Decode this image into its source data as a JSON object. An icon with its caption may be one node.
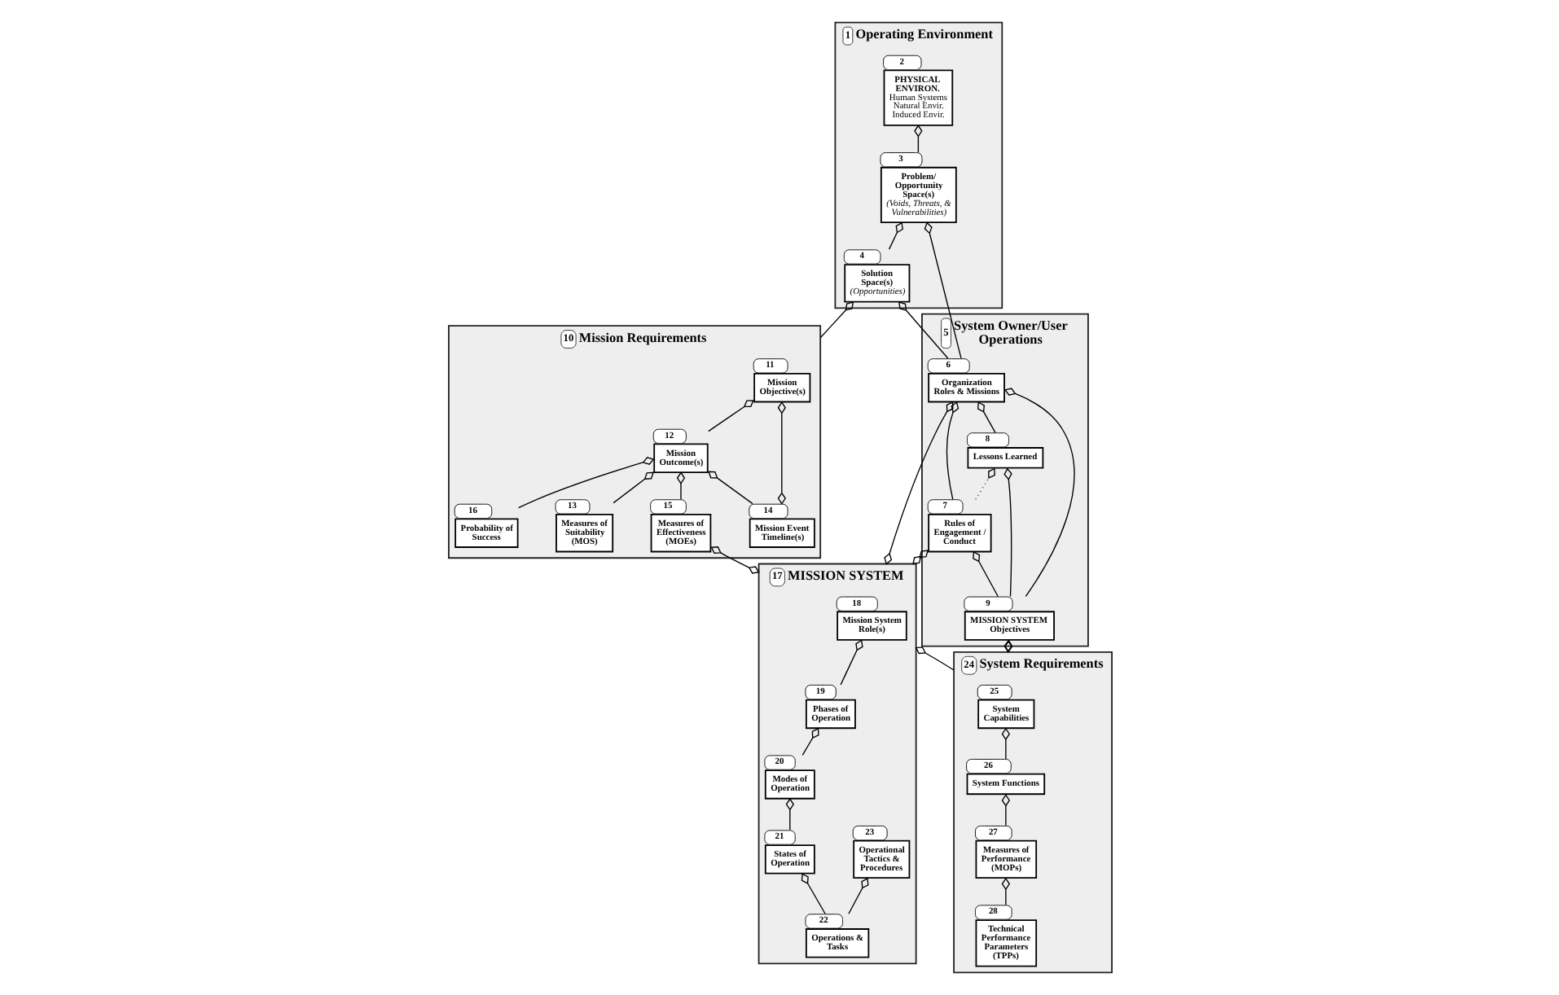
{
  "diagram": {
    "nodes": [
      {
        "text": [
          "Operating Environment"
        ],
        "beside": [
          "1"
        ]
      },
      {
        "text": [
          "PHYSICAL ENVIRON.",
          "Human Systems Natural Envir. Induced Envir."
        ],
        "in": 0,
        "beside": [
          "2"
        ]
      },
      {
        "text": [
          "Problem/ Opportunity Space(s)",
          "(Voids, Threats, & Vulnerabilities)"
        ],
        "in": 0,
        "beside": [
          "3"
        ]
      },
      {
        "text": [
          "Solution Space(s)",
          "(Opportunities)"
        ],
        "in": 0,
        "beside": [
          "4"
        ]
      },
      {
        "text": [
          "System Owner/User Operations"
        ],
        "beside": [
          "5"
        ]
      },
      {
        "text": [
          "Organization Roles & Missions"
        ],
        "in": 4,
        "beside": [
          "6"
        ]
      },
      {
        "text": [
          "Lessons Learned"
        ],
        "in": 4,
        "beside": [
          "8"
        ]
      },
      {
        "text": [
          "MISSION SYSTEM Objectives"
        ],
        "in": 4,
        "beside": [
          "9"
        ]
      },
      {
        "text": [
          "Rules of Engagement / Conduct"
        ],
        "in": 4,
        "beside": [
          "7"
        ]
      },
      {
        "text": [
          "Mission Requirements"
        ],
        "beside": [
          "10"
        ]
      },
      {
        "text": [
          "Mission Objective(s)"
        ],
        "in": 9,
        "beside": [
          "11"
        ]
      },
      {
        "text": [
          "Mission Event Timeline(s)"
        ],
        "in": 9,
        "beside": [
          "14"
        ]
      },
      {
        "text": [
          "Mission Outcome(s)"
        ],
        "in": 9,
        "beside": [
          "12"
        ]
      },
      {
        "text": [
          "Measures of Effectiveness (MOEs)"
        ],
        "in": 9,
        "beside": [
          "15"
        ]
      },
      {
        "text": [
          "Measures of Suitability (MOS)"
        ],
        "in": 9,
        "beside": [
          "13"
        ]
      },
      {
        "text": [
          "Probability of Success"
        ],
        "in": 9,
        "beside": [
          "16"
        ]
      },
      {
        "text": [
          "MISSION SYSTEM"
        ],
        "beside": [
          "17"
        ]
      },
      {
        "text": [
          "Mission System Role(s)"
        ],
        "in": 16,
        "beside": [
          "18"
        ]
      },
      {
        "text": [
          "Phases of Operation"
        ],
        "in": 16,
        "beside": [
          "19"
        ]
      },
      {
        "text": [
          "States of Operation"
        ],
        "in": 16,
        "beside": [
          "21"
        ]
      },
      {
        "text": [
          "Modes of Operation"
        ],
        "in": 16,
        "beside": [
          "20"
        ]
      },
      {
        "text": [
          "Operations & Tasks"
        ],
        "in": 16,
        "beside": [
          "22"
        ]
      },
      {
        "text": [
          "Operational Tactics & Procedures"
        ],
        "in": 16,
        "beside": [
          "23"
        ]
      },
      {
        "text": [
          "System Requirements"
        ],
        "beside": [
          "24"
        ]
      },
      {
        "text": [
          "System Capabilities"
        ],
        "in": 23,
        "beside": [
          "25"
        ]
      },
      {
        "text": [
          "System Functions"
        ],
        "in": 23,
        "beside": [
          "26"
        ]
      },
      {
        "text": [
          "Measures of Performance (MOPs)"
        ],
        "in": 23,
        "beside": [
          "27"
        ]
      },
      {
        "text": [
          "Technical Performance Parameters (TPPs)"
        ],
        "in": 23,
        "beside": [
          "28"
        ]
      }
    ],
    "edges": [
      {
        "from": 2,
        "to": 1,
        "arrow": "other"
      },
      {
        "from": 3,
        "to": 2,
        "arrow": "other"
      },
      {
        "from": 5,
        "to": 2,
        "arrow": "other"
      },
      {
        "from": 5,
        "to": 3,
        "arrow": "other"
      },
      {
        "from": 9,
        "to": 3,
        "arrow": "other"
      },
      {
        "from": 7,
        "to": 5,
        "arrow": "other"
      },
      {
        "from": 6,
        "to": 5,
        "arrow": "other"
      },
      {
        "from": 7,
        "to": 6,
        "arrow": "other"
      },
      {
        "from": 8,
        "to": 6,
        "arrow": "other",
        "style": "dashed"
      },
      {
        "from": 8,
        "to": 5,
        "arrow": "other"
      },
      {
        "from": 7,
        "to": 8,
        "arrow": "other"
      },
      {
        "from": 16,
        "to": 5,
        "arrow": "other"
      },
      {
        "from": 16,
        "to": 8,
        "arrow": "other"
      },
      {
        "from": 23,
        "to": 7,
        "arrow": "other"
      },
      {
        "from": 11,
        "to": 10,
        "arrow": "other"
      },
      {
        "from": 12,
        "to": 10,
        "arrow": "other"
      },
      {
        "from": 11,
        "to": 12,
        "arrow": "other"
      },
      {
        "from": 13,
        "to": 12,
        "arrow": "other"
      },
      {
        "from": 14,
        "to": 12,
        "arrow": "other"
      },
      {
        "from": 15,
        "to": 12,
        "arrow": "other"
      },
      {
        "from": 16,
        "to": 13,
        "arrow": "other"
      },
      {
        "from": 23,
        "to": 16,
        "arrow": "other"
      },
      {
        "from": 18,
        "to": 17,
        "arrow": "other"
      },
      {
        "from": 20,
        "to": 18,
        "arrow": "other"
      },
      {
        "from": 19,
        "to": 20,
        "arrow": "other"
      },
      {
        "from": 21,
        "to": 19,
        "arrow": "other"
      },
      {
        "from": 21,
        "to": 22,
        "arrow": "other"
      },
      {
        "from": 25,
        "to": 24,
        "arrow": "other"
      },
      {
        "from": 26,
        "to": 25,
        "arrow": "other"
      },
      {
        "from": 27,
        "to": 26,
        "arrow": "other"
      }
    ]
  }
}
